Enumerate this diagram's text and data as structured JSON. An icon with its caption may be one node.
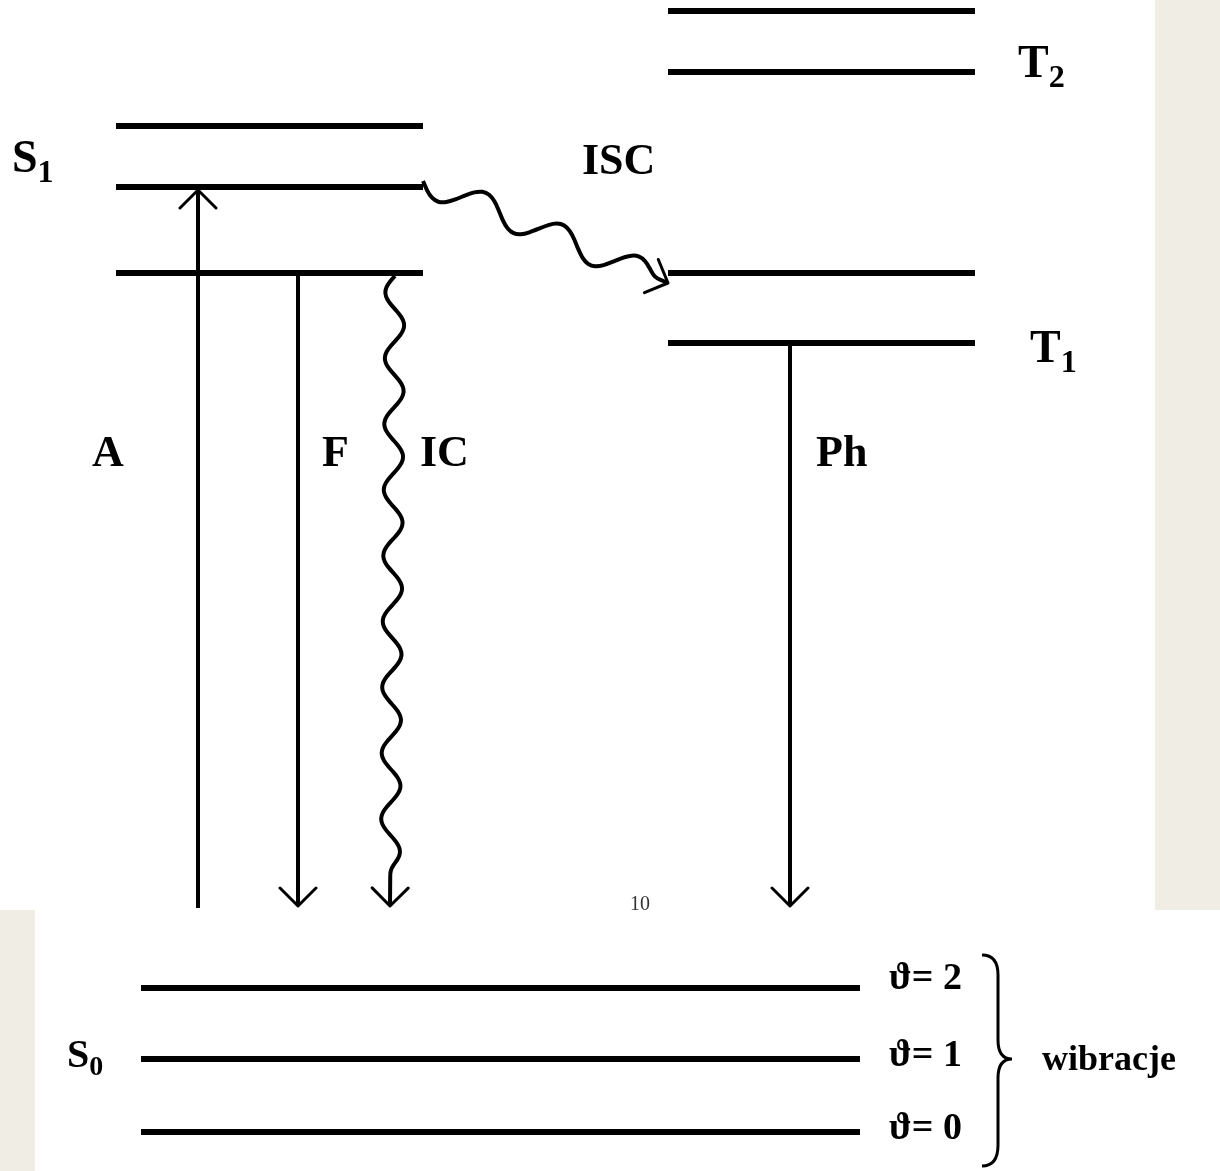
{
  "diagram": {
    "nodes": [
      {
        "text": [],
        "shape": "bar"
      },
      {
        "text": [
          "T$_{2}$"
        ]
      },
      {
        "text": [],
        "shape": "bar"
      },
      {
        "text": [
          "S$_{1}$"
        ]
      },
      {
        "text": [],
        "shape": "bar"
      },
      {
        "text": [],
        "shape": "bar"
      },
      {
        "text": [
          "T$_{1}$"
        ]
      },
      {
        "text": [
          "ϑ= 2"
        ]
      },
      {
        "text": [
          "S$_{0}$",
          "ϑ= 1"
        ]
      },
      {
        "text": [
          "ϑ= 0"
        ]
      }
    ],
    "edges": [
      {
        "from": null,
        "to": 3,
        "arrow": "to",
        "label": "A"
      },
      {
        "from": 4,
        "to": null,
        "arrow": "to",
        "label": "F"
      },
      {
        "from": 4,
        "to": null,
        "arrow": "to",
        "label": "IC"
      },
      {
        "from": 3,
        "to": 5,
        "arrow": "to",
        "label": "ISC"
      },
      {
        "from": 6,
        "to": null,
        "arrow": "to",
        "label": "Ph"
      }
    ],
    "labels": [
      "10",
      "wibracje"
    ]
  }
}
